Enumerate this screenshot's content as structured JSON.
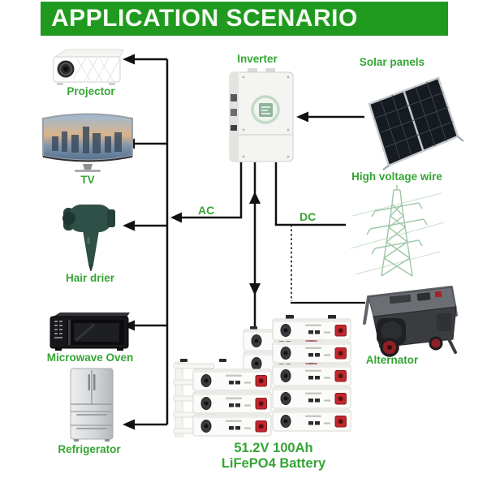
{
  "header": {
    "title": "APPLICATION SCENARIO"
  },
  "appliances": [
    {
      "id": "projector",
      "label": "Projector"
    },
    {
      "id": "tv",
      "label": "TV"
    },
    {
      "id": "hair-drier",
      "label": "Hair drier"
    },
    {
      "id": "microwave",
      "label": "Microwave Oven"
    },
    {
      "id": "refrigerator",
      "label": "Refrigerator"
    }
  ],
  "center": {
    "inverter_label": "Inverter",
    "battery_caption_line1": "51.2V 100Ah",
    "battery_caption_line2": "LiFePO4 Battery"
  },
  "sources": [
    {
      "id": "solar-panels",
      "label": "Solar panels"
    },
    {
      "id": "high-voltage-wire",
      "label": "High voltage wire"
    },
    {
      "id": "alternator",
      "label": "Alternator"
    }
  ],
  "connections": {
    "ac_label": "AC",
    "dc_label": "DC"
  },
  "colors": {
    "banner_green": "#1f9a1f",
    "label_green": "#34a534",
    "line_black": "#111111",
    "battery_connector_red": "#c1272d",
    "tower_green": "#9ec7a6",
    "hairdryer_green": "#2f5047"
  },
  "graphics": [
    "projector-image",
    "tv-image",
    "hairdryer-image",
    "microwave-image",
    "refrigerator-image",
    "inverter-image",
    "solar-panels-image",
    "power-tower-image",
    "alternator-image",
    "battery-stack-image"
  ]
}
